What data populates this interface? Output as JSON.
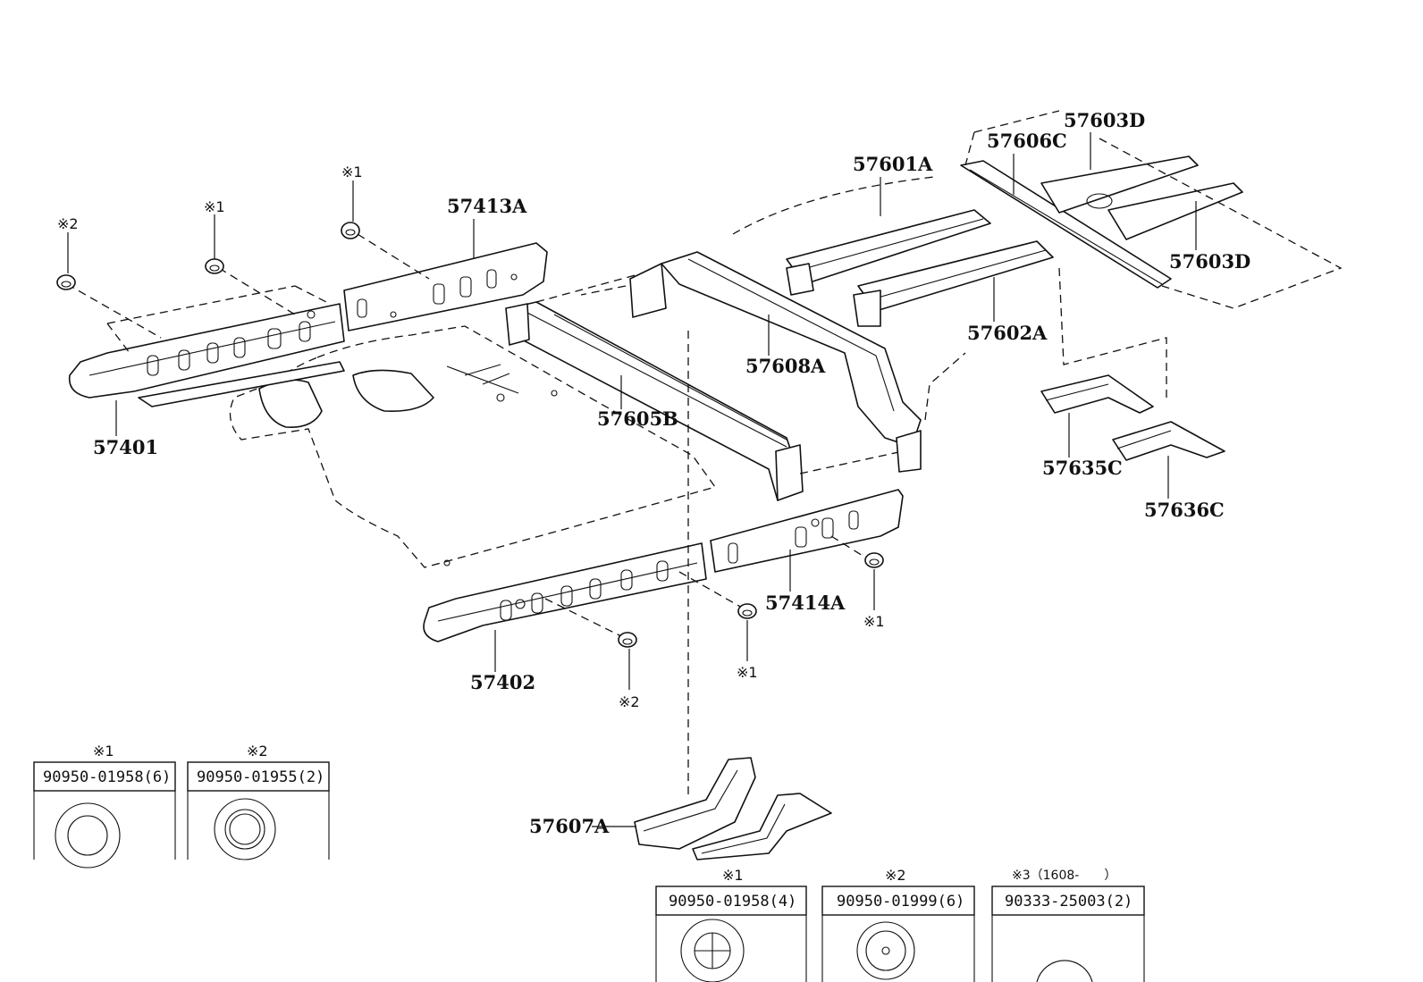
{
  "part_labels": {
    "p57401": "57401",
    "p57402": "57402",
    "p57413A": "57413A",
    "p57414A": "57414A",
    "p57605B": "57605B",
    "p57608A": "57608A",
    "p57601A": "57601A",
    "p57602A": "57602A",
    "p57606C": "57606C",
    "p57603D_top": "57603D",
    "p57603D_right": "57603D",
    "p57635C": "57635C",
    "p57636C": "57636C",
    "p57607A": "57607A"
  },
  "callouts": {
    "c1_a": "※1",
    "c1_b": "※1",
    "c2_a": "※2",
    "c1_c": "※1",
    "c1_d": "※1",
    "c2_b": "※2"
  },
  "legend_boxes": [
    {
      "mark": "※1",
      "part": "90950-01958(6)"
    },
    {
      "mark": "※2",
      "part": "90950-01955(2)"
    },
    {
      "mark": "※1",
      "part": "90950-01958(4)"
    },
    {
      "mark": "※2",
      "part": "90950-01999(6)"
    },
    {
      "mark": "※3（1608-　　）",
      "part": "90333-25003(2)"
    }
  ]
}
